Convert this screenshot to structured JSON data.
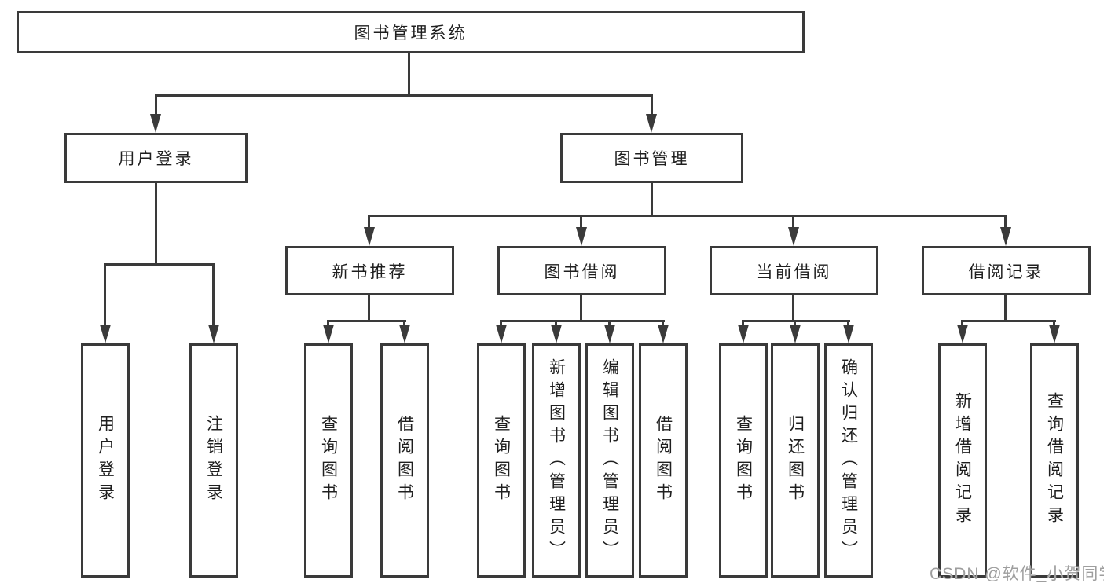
{
  "diagram": {
    "root": "图书管理系统",
    "level2": [
      {
        "label": "用户登录"
      },
      {
        "label": "图书管理"
      }
    ],
    "level3": [
      {
        "label": "新书推荐"
      },
      {
        "label": "图书借阅"
      },
      {
        "label": "当前借阅"
      },
      {
        "label": "借阅记录"
      }
    ],
    "leaves": {
      "login": [
        "用户登录",
        "注销登录"
      ],
      "recommend": [
        "查询图书",
        "借阅图书"
      ],
      "borrow": [
        "查询图书",
        "新增图书（管理员）",
        "编辑图书（管理员）",
        "借阅图书"
      ],
      "current": [
        "查询图书",
        "归还图书",
        "确认归还（管理员）"
      ],
      "records": [
        "新增借阅记录",
        "查询借阅记录"
      ]
    },
    "colors": {
      "line": "#3a3a3a",
      "text": "#1f1f1f",
      "background": "#ffffff",
      "watermark": "#9e9e9e"
    },
    "watermark": "CSDN @软件_小贺同学"
  }
}
